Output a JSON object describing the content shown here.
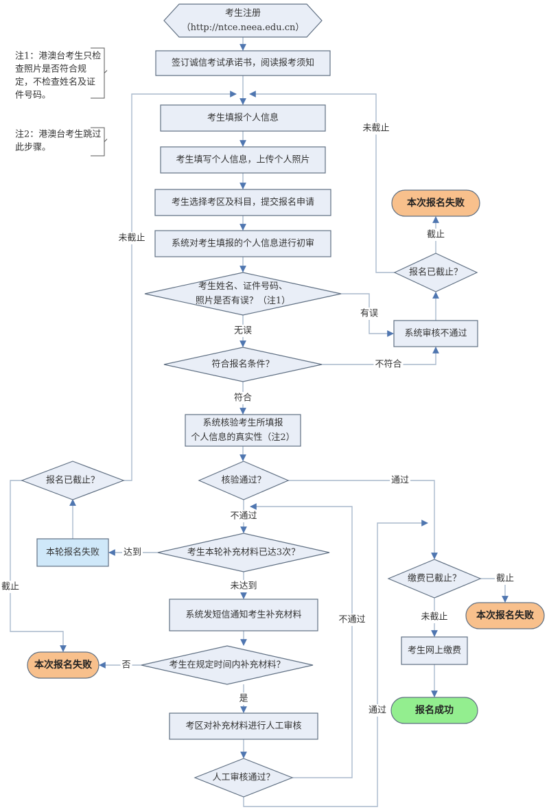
{
  "title": "考生注册报名流程图",
  "colors": {
    "process_fill": "#e9eef7",
    "process_stroke": "#5f6f82",
    "fail_fill": "#f8c08c",
    "success_fill": "#93ee8f",
    "blue_fill": "#cfe8f9",
    "edge": "#a9b8cc",
    "arrow": "#4f76b0"
  },
  "notes": [
    {
      "id": "note1",
      "lines": [
        "注1：港澳台考生只检",
        "查照片是否符合规",
        "定，不检查姓名及证",
        "件号码。"
      ]
    },
    {
      "id": "note2",
      "lines": [
        "注2：港澳台考生跳过",
        "此步骤。"
      ]
    }
  ],
  "nodes": [
    {
      "id": "start",
      "type": "hexagon",
      "lines": [
        "考生注册",
        "（http://ntce.neea.edu.cn）"
      ]
    },
    {
      "id": "sign",
      "type": "process",
      "lines": [
        "签订诚信考试承诺书，阅读报考须知"
      ]
    },
    {
      "id": "fill_info",
      "type": "process",
      "lines": [
        "考生填报个人信息"
      ]
    },
    {
      "id": "upload_photo",
      "type": "process",
      "lines": [
        "考生填写个人信息，上传个人照片"
      ]
    },
    {
      "id": "select_area",
      "type": "process",
      "lines": [
        "考生选择考区及科目，提交报名申请"
      ]
    },
    {
      "id": "initial_review",
      "type": "process",
      "lines": [
        "系统对考生填报的个人信息进行初审"
      ]
    },
    {
      "id": "check_errors",
      "type": "decision",
      "lines": [
        "考生姓名、证件号码、",
        "照片是否有误？（注1）"
      ]
    },
    {
      "id": "check_eligible",
      "type": "decision",
      "lines": [
        "符合报名条件？"
      ]
    },
    {
      "id": "verify_info",
      "type": "process",
      "lines": [
        "系统核验考生所填报",
        "个人信息的真实性（注2）"
      ]
    },
    {
      "id": "verify_pass",
      "type": "decision",
      "lines": [
        "核验通过？"
      ]
    },
    {
      "id": "count3",
      "type": "decision",
      "lines": [
        "考生本轮补充材料已达3次？"
      ]
    },
    {
      "id": "sms_notify",
      "type": "process",
      "lines": [
        "系统发短信通知考生补充材料"
      ]
    },
    {
      "id": "supplement_time",
      "type": "decision",
      "lines": [
        "考生在规定时间内补充材料？"
      ]
    },
    {
      "id": "manual_review",
      "type": "process",
      "lines": [
        "考区对补充材料进行人工审核"
      ]
    },
    {
      "id": "manual_pass",
      "type": "decision",
      "lines": [
        "人工审核通过？"
      ]
    },
    {
      "id": "system_reject",
      "type": "process",
      "lines": [
        "系统审核不通过"
      ]
    },
    {
      "id": "deadline_right",
      "type": "decision",
      "lines": [
        "报名已截止？"
      ]
    },
    {
      "id": "fail_top",
      "type": "terminal-fail",
      "lines": [
        "本次报名失败"
      ]
    },
    {
      "id": "round_fail",
      "type": "process-blue",
      "lines": [
        "本轮报名失败"
      ]
    },
    {
      "id": "deadline_left",
      "type": "decision",
      "lines": [
        "报名已截止？"
      ]
    },
    {
      "id": "fail_left",
      "type": "terminal-fail",
      "lines": [
        "本次报名失败"
      ]
    },
    {
      "id": "fee_deadline",
      "type": "decision",
      "lines": [
        "缴费已截止？"
      ]
    },
    {
      "id": "fail_right",
      "type": "terminal-fail",
      "lines": [
        "本次报名失败"
      ]
    },
    {
      "id": "pay_online",
      "type": "process",
      "lines": [
        "考生网上缴费"
      ]
    },
    {
      "id": "success",
      "type": "terminal-success",
      "lines": [
        "报名成功"
      ]
    }
  ],
  "edge_labels": {
    "not_closed_right": "未截止",
    "closed_right": "截止",
    "has_error": "有误",
    "no_error": "无误",
    "not_eligible": "不符合",
    "eligible": "符合",
    "pass_verify": "通过",
    "fail_verify": "不通过",
    "reached": "达到",
    "not_reached": "未达到",
    "not_closed_left": "未截止",
    "closed_left": "截止",
    "no_supplement": "否",
    "yes_supplement": "是",
    "manual_fail": "不通过",
    "manual_pass": "通过",
    "fee_closed": "截止",
    "fee_not_closed": "未截止"
  }
}
